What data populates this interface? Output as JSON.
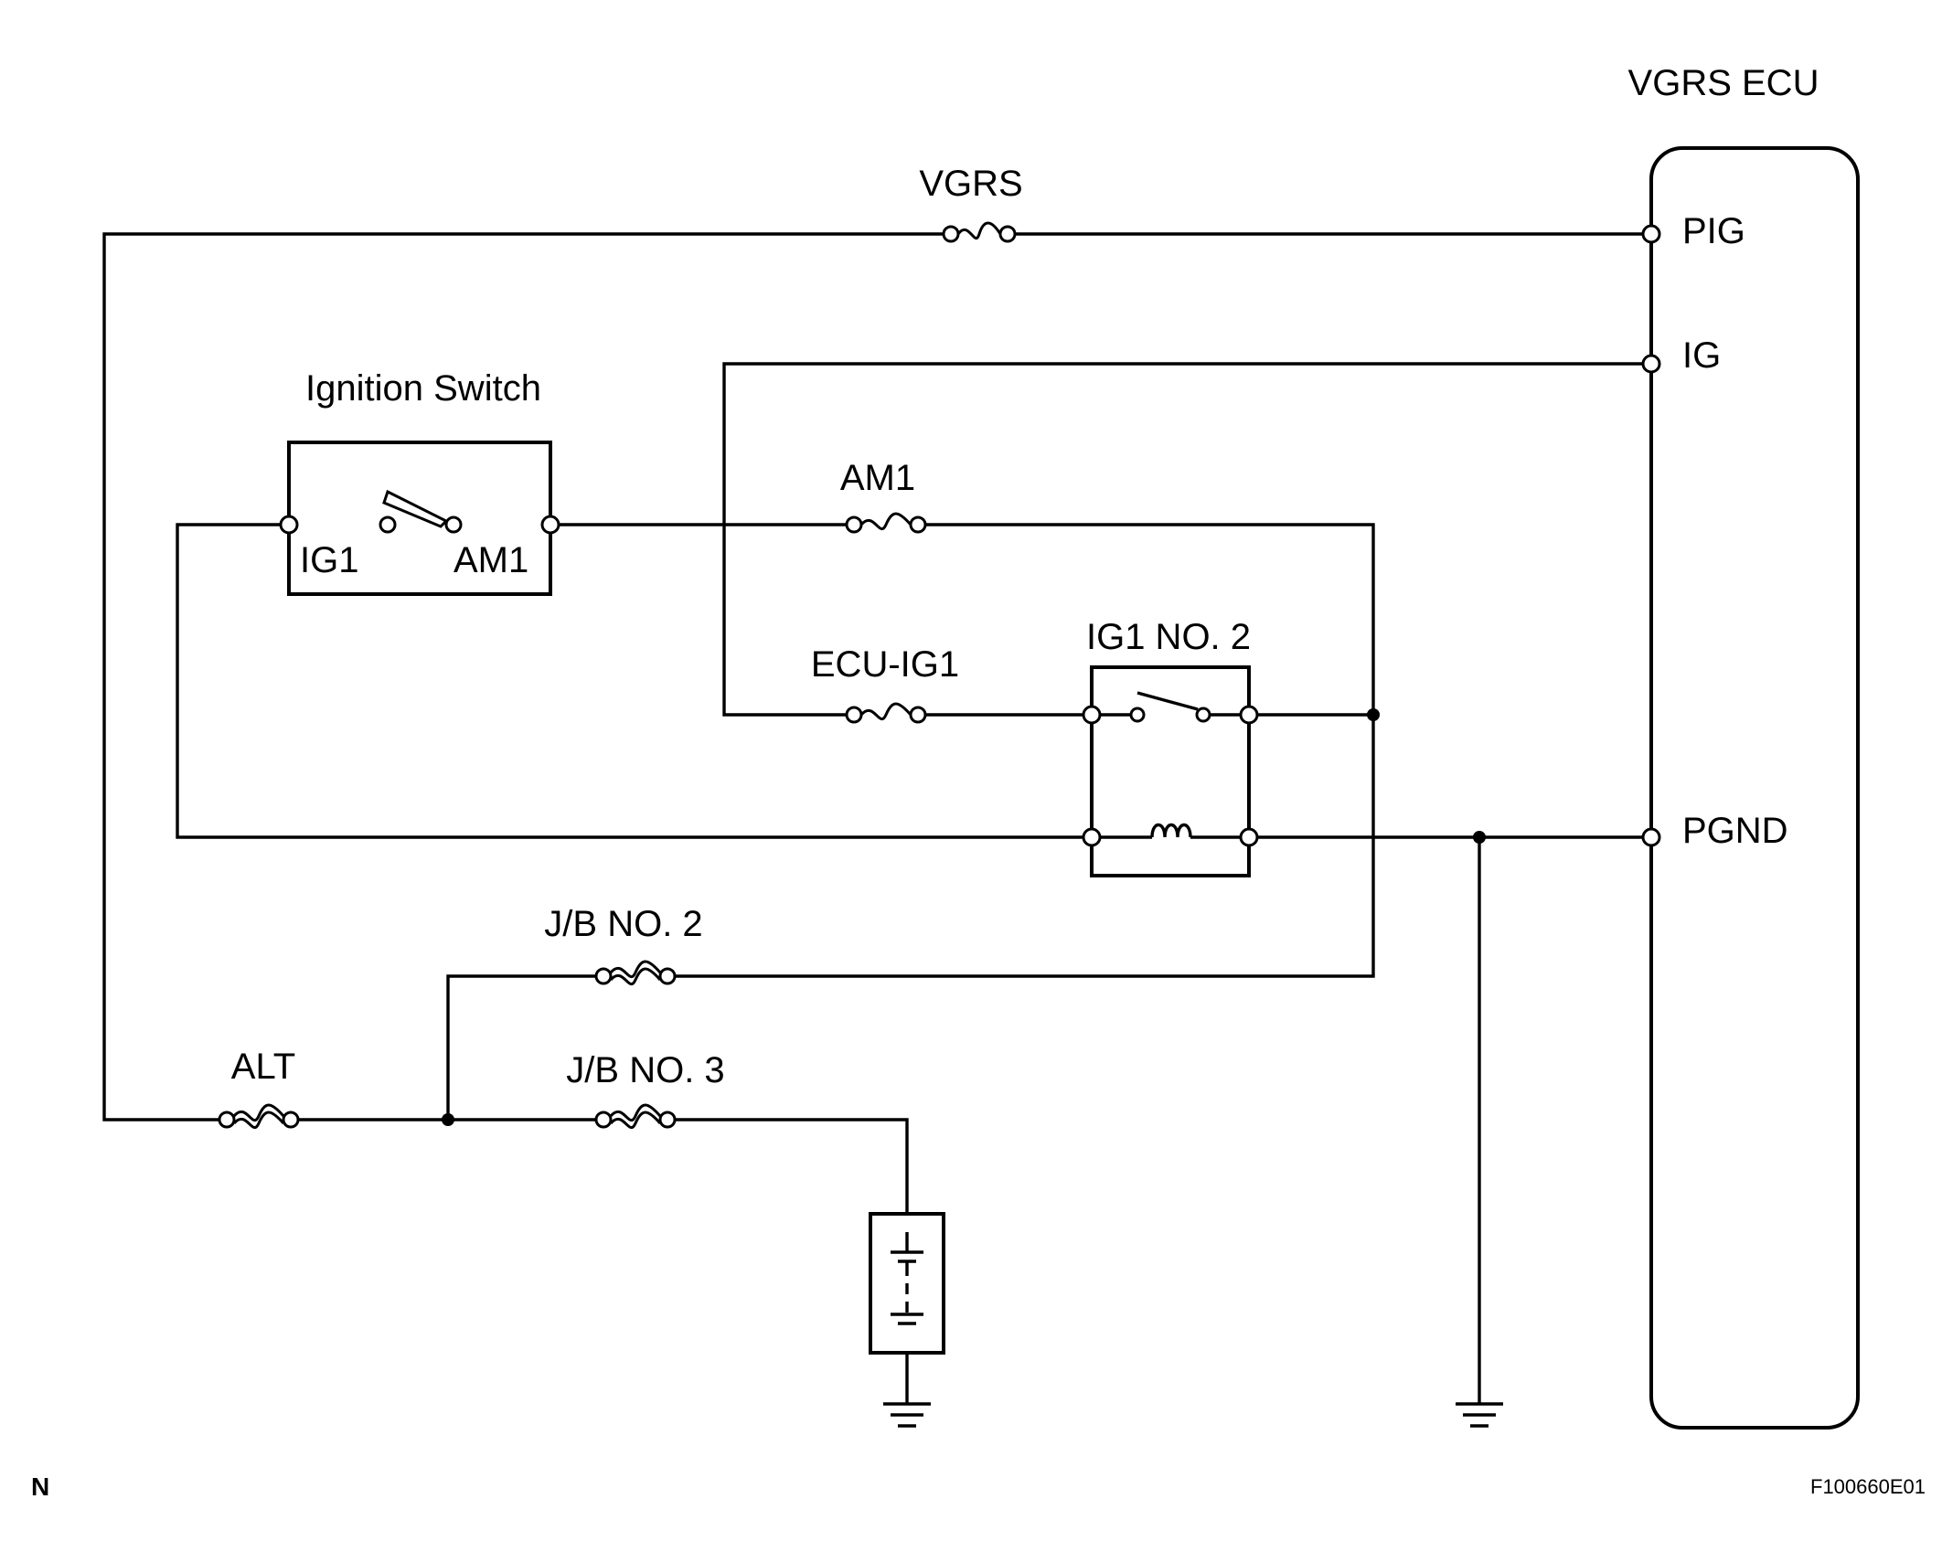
{
  "ecu": {
    "title": "VGRS ECU",
    "pins": {
      "pig": "PIG",
      "ig": "IG",
      "pgnd": "PGND"
    }
  },
  "fuses": {
    "vgrs": "VGRS",
    "am1": "AM1",
    "ecu_ig1": "ECU-IG1",
    "jb2": "J/B NO. 2",
    "jb3": "J/B NO. 3",
    "alt": "ALT"
  },
  "ignition_switch": {
    "title": "Ignition Switch",
    "terminals": {
      "ig1": "IG1",
      "am1": "AM1"
    }
  },
  "relay": {
    "title": "IG1 NO. 2"
  },
  "footer": {
    "left_code": "N",
    "figure_id": "F100660E01"
  }
}
